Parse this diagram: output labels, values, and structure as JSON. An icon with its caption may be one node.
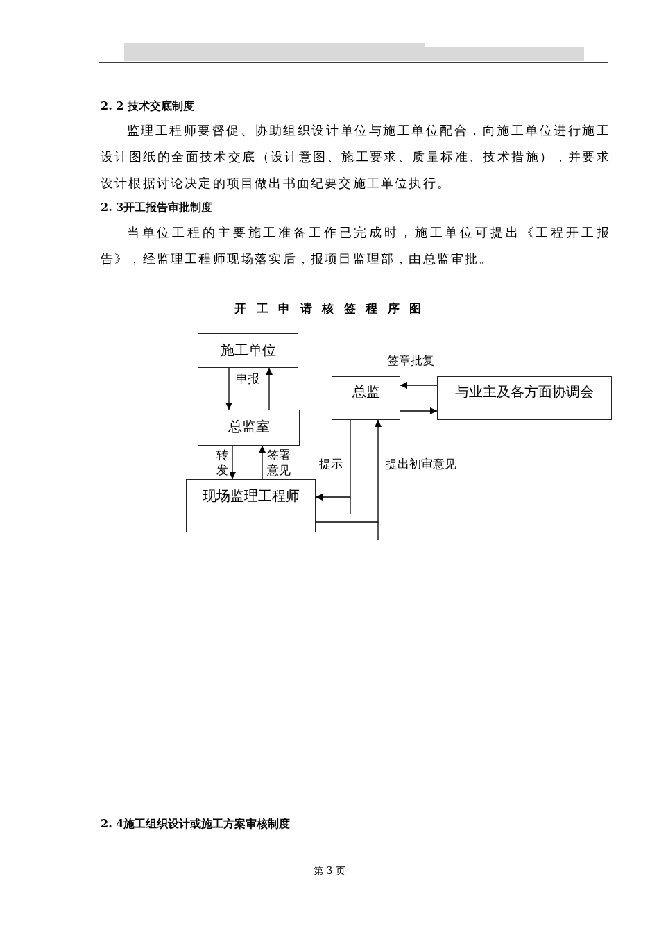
{
  "diagram": {
    "title": "开工申请核签程序图",
    "nodes": [
      {
        "text": [
          "施工单位"
        ]
      },
      {
        "text": [
          "总监室"
        ]
      },
      {
        "text": [
          "现场监理工程师"
        ]
      },
      {
        "text": [
          "总监"
        ]
      },
      {
        "text": [
          "与业主及各方面协调会"
        ]
      }
    ],
    "edges": [
      {
        "from": 0,
        "to": 1,
        "arrow": "to",
        "label": "申报"
      },
      {
        "from": 1,
        "to": 0,
        "arrow": "to"
      },
      {
        "from": 1,
        "to": 2,
        "arrow": "to",
        "label": "转发"
      },
      {
        "from": 2,
        "to": 1,
        "arrow": "to",
        "label": "签署意见"
      },
      {
        "from": 3,
        "to": 2,
        "arrow": "to",
        "label": "提示"
      },
      {
        "from": 2,
        "to": 3,
        "arrow": "to",
        "label": "提出初审意见"
      },
      {
        "from": 4,
        "to": 3,
        "arrow": "to",
        "label": "签章批复"
      },
      {
        "from": 3,
        "to": 4,
        "arrow": "to"
      }
    ],
    "labels": [
      "2. 2 技术交底制度",
      "监理工程师要督促、协助组织设计单位与施工单位配合，向施工单位进行施工设计图纸的全面技术交底（设计意图、施工要求、质量标准、技术措施），并要求设计根据讨论决定的项目做出书面纪要交施工单位执行。",
      "2. 3开工报告审批制度",
      "当单位工程的主要施工准备工作已完成时，施工单位可提出《工程开工报告》，经监理工程师现场落实后，报项目监理部，由总监审批。",
      "2. 4施工组织设计或施工方案审核制度",
      "第 3 页"
    ]
  }
}
